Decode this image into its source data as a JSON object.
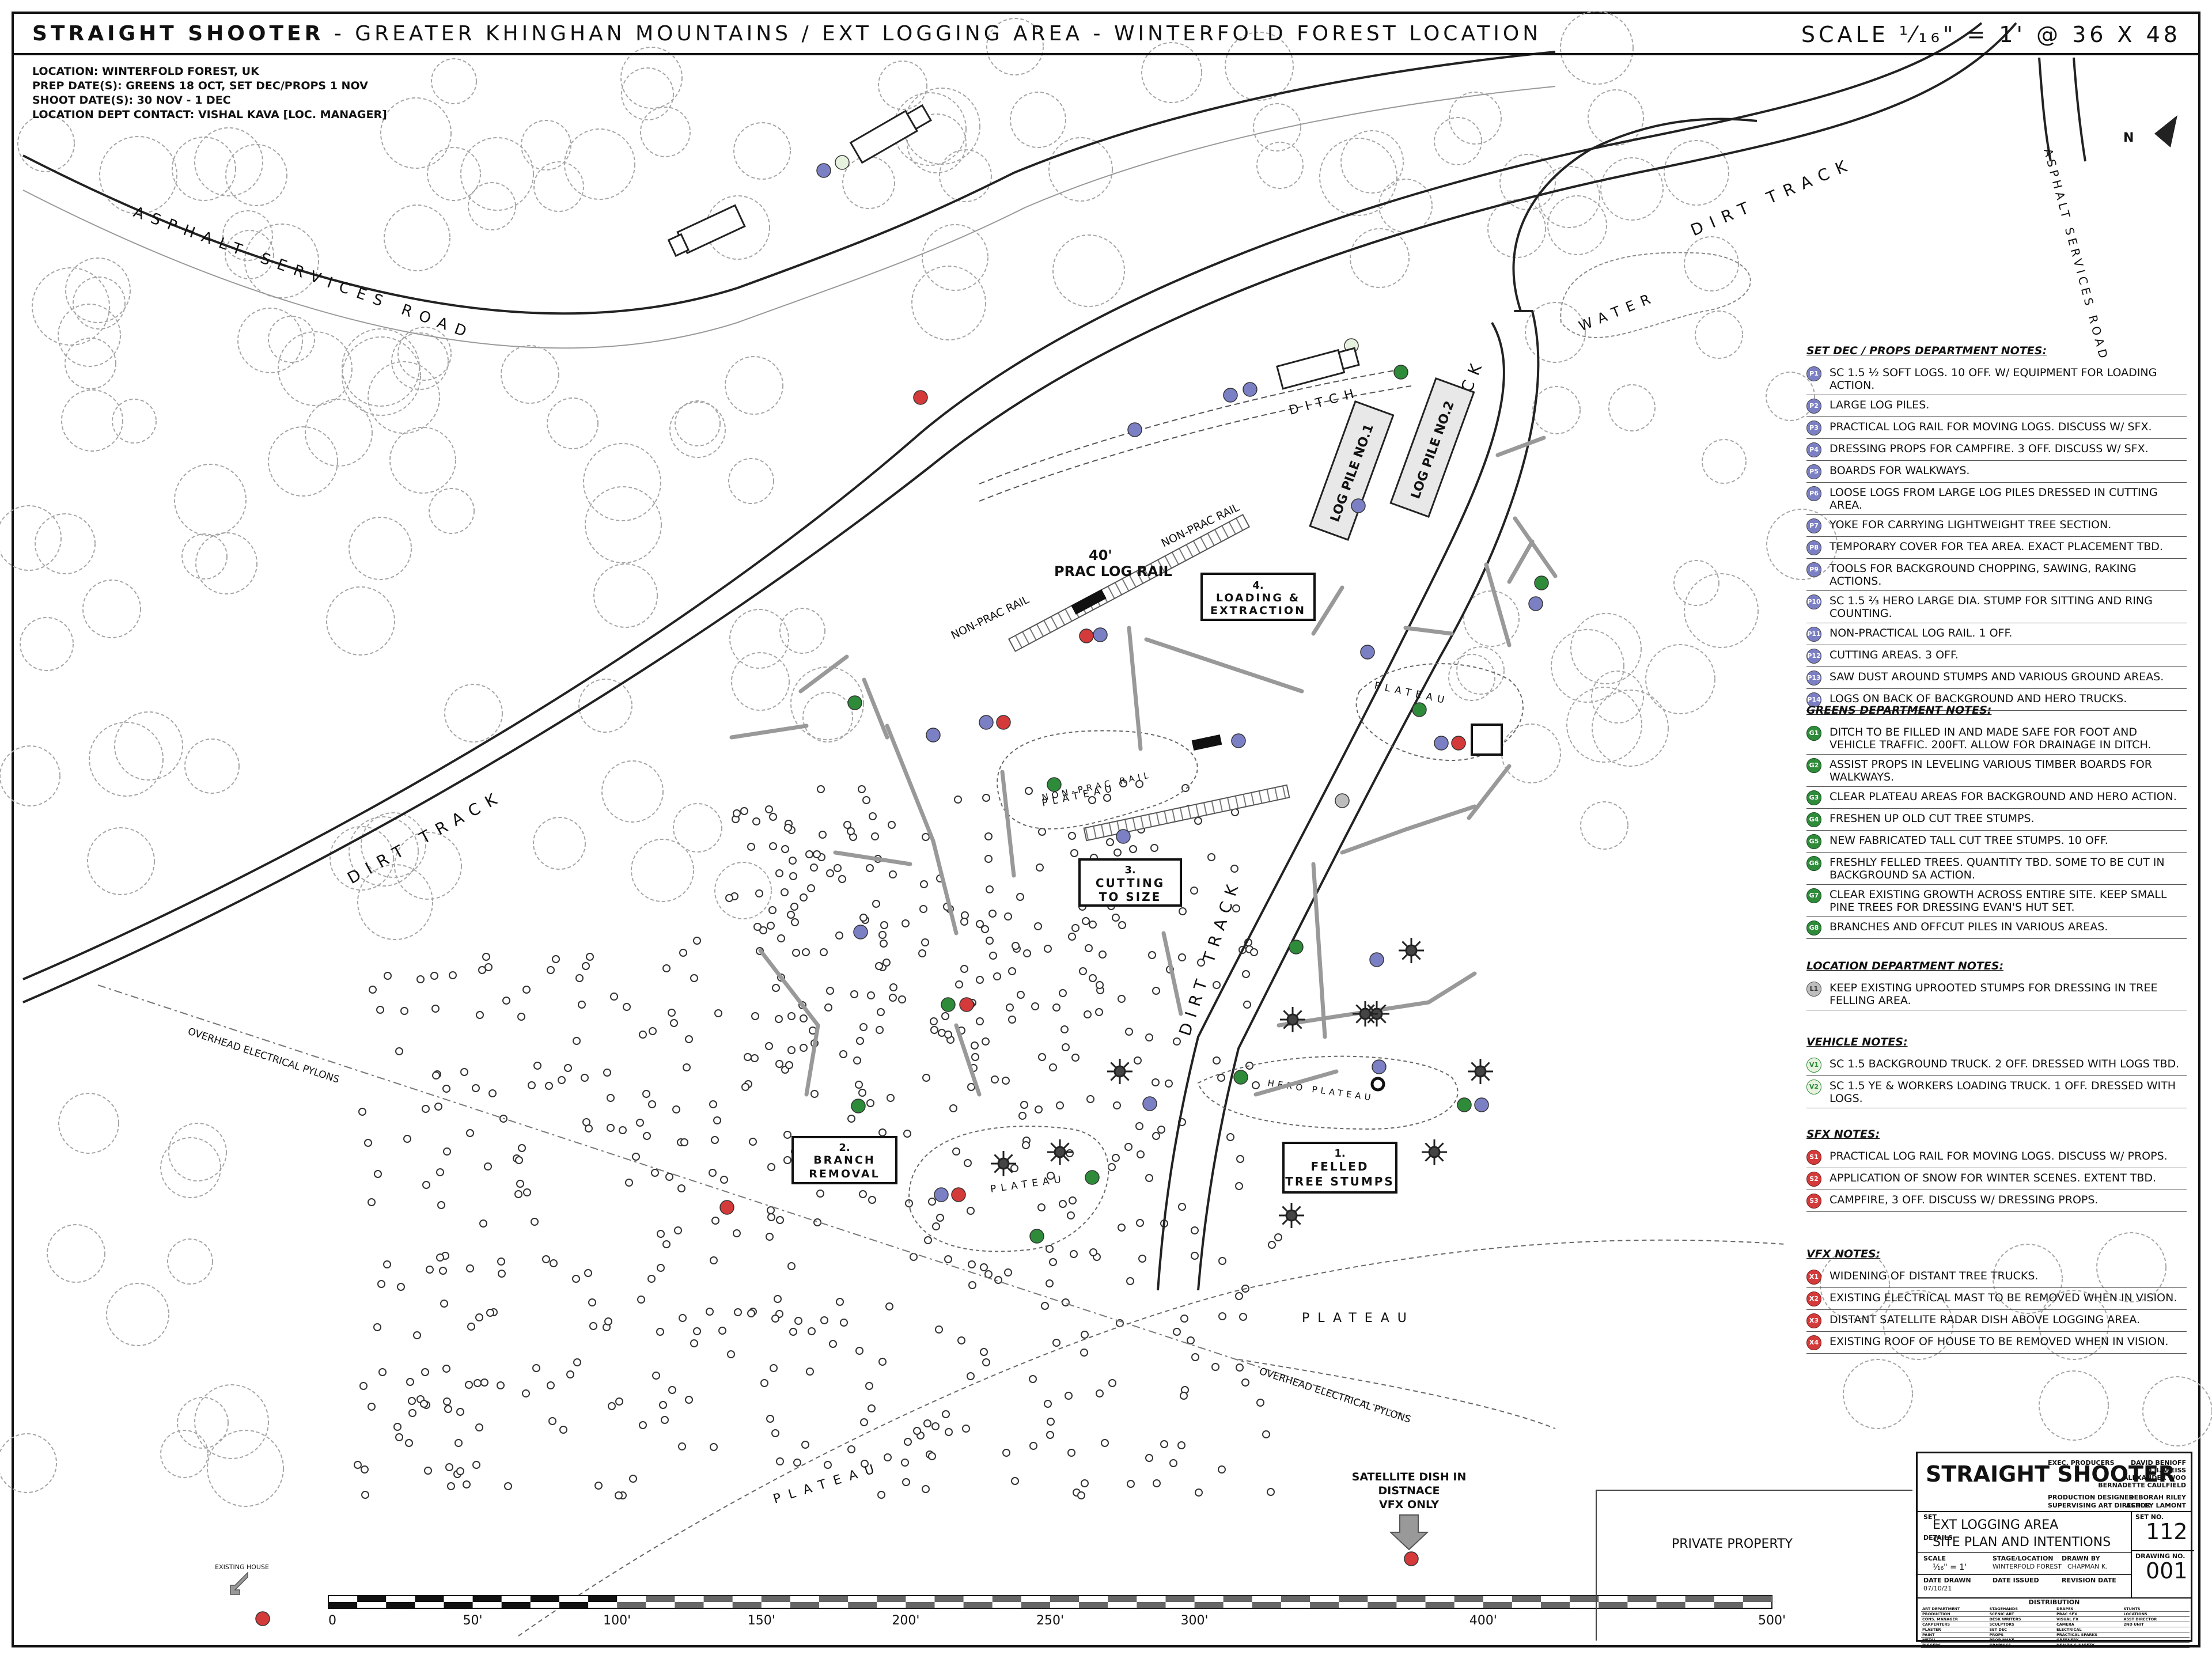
{
  "header": {
    "project": "STRAIGHT SHOOTER",
    "subtitle": " - GREATER KHINGHAN MOUNTAINS / EXT LOGGING AREA - WINTERFOLD FOREST LOCATION",
    "scale": "SCALE ¹⁄₁₆\" = 1' @ 36 X 48"
  },
  "location_info": [
    "LOCATION: WINTERFOLD FOREST, UK",
    "PREP DATE(S): GREENS 18 OCT, SET DEC/PROPS 1 NOV",
    "SHOOT DATE(S): 30 NOV - 1 DEC",
    "LOCATION DEPT CONTACT: VISHAL KAVA [LOC. MANAGER]"
  ],
  "map_labels": {
    "north": "N",
    "asphalt_road": "ASPHALT  SERVICES  ROAD",
    "asphalt_road_right": "ASPHALT SERVICES ROAD",
    "dirt_track_left": "DIRT  TRACK",
    "dirt_track_top": "DIRT  TRACK",
    "dirt_track_center": "DIRT  TRACK",
    "dirt_track_lower": "DIRT  TRACK",
    "water": "WATER",
    "ditch": "DITCH",
    "log_pile_1": "LOG PILE NO.1",
    "log_pile_2": "LOG PILE NO.2",
    "prac_log_rail_len": "40'",
    "prac_log_rail": "PRAC LOG RAIL",
    "non_prac_rail_a": "NON-PRAC RAIL",
    "non_prac_rail_b": "NON-PRAC RAIL",
    "non_prac_rail_c": "NON-PRAC RAIL",
    "plateau": "PLATEAU",
    "hero_plateau": "HERO PLATEAU",
    "overhead_pylons": "OVERHEAD ELECTRICAL PYLONS",
    "satellite_dish": [
      "SATELLITE DISH IN",
      "DISTNACE",
      "VFX ONLY"
    ],
    "existing_house": "EXISTING HOUSE",
    "private_property": "PRIVATE PROPERTY"
  },
  "areas": [
    {
      "num": "1.",
      "name1": "FELLED",
      "name2": "TREE STUMPS"
    },
    {
      "num": "2.",
      "name1": "BRANCH",
      "name2": "REMOVAL"
    },
    {
      "num": "3.",
      "name1": "CUTTING",
      "name2": "TO SIZE"
    },
    {
      "num": "4.",
      "name1": "LOADING &",
      "name2": "EXTRACTION"
    }
  ],
  "notes": {
    "set_dec": {
      "title": "SET DEC / PROPS DEPARTMENT NOTES:",
      "items": [
        {
          "code": "P1",
          "text": "SC 1.5 ½ SOFT LOGS. 10 OFF. W/ EQUIPMENT FOR LOADING ACTION."
        },
        {
          "code": "P2",
          "text": "LARGE LOG PILES."
        },
        {
          "code": "P3",
          "text": "PRACTICAL LOG RAIL FOR MOVING LOGS. DISCUSS W/ SFX."
        },
        {
          "code": "P4",
          "text": "DRESSING PROPS FOR CAMPFIRE. 3 OFF. DISCUSS W/ SFX."
        },
        {
          "code": "P5",
          "text": "BOARDS FOR WALKWAYS."
        },
        {
          "code": "P6",
          "text": "LOOSE LOGS FROM LARGE LOG PILES DRESSED IN CUTTING AREA."
        },
        {
          "code": "P7",
          "text": "YOKE FOR CARRYING LIGHTWEIGHT TREE SECTION."
        },
        {
          "code": "P8",
          "text": "TEMPORARY COVER FOR TEA AREA. EXACT PLACEMENT TBD."
        },
        {
          "code": "P9",
          "text": "TOOLS FOR BACKGROUND CHOPPING, SAWING, RAKING ACTIONS."
        },
        {
          "code": "P10",
          "text": "SC 1.5 ⅔ HERO LARGE DIA. STUMP FOR SITTING AND RING COUNTING."
        },
        {
          "code": "P11",
          "text": "NON-PRACTICAL LOG RAIL. 1 OFF."
        },
        {
          "code": "P12",
          "text": "CUTTING AREAS. 3 OFF."
        },
        {
          "code": "P13",
          "text": "SAW DUST AROUND STUMPS AND VARIOUS GROUND AREAS."
        },
        {
          "code": "P14",
          "text": "LOGS ON BACK OF BACKGROUND AND HERO TRUCKS."
        }
      ]
    },
    "greens": {
      "title": "GREENS DEPARTMENT NOTES:",
      "items": [
        {
          "code": "G1",
          "text": "DITCH TO BE FILLED IN AND MADE SAFE FOR FOOT AND VEHICLE TRAFFIC. 200FT. ALLOW FOR DRAINAGE IN DITCH."
        },
        {
          "code": "G2",
          "text": "ASSIST PROPS IN LEVELING VARIOUS TIMBER BOARDS FOR WALKWAYS."
        },
        {
          "code": "G3",
          "text": "CLEAR PLATEAU AREAS FOR BACKGROUND AND HERO ACTION."
        },
        {
          "code": "G4",
          "text": "FRESHEN UP OLD CUT TREE STUMPS."
        },
        {
          "code": "G5",
          "text": "NEW FABRICATED TALL CUT TREE STUMPS. 10 OFF."
        },
        {
          "code": "G6",
          "text": "FRESHLY FELLED TREES. QUANTITY TBD. SOME TO BE CUT IN BACKGROUND SA ACTION."
        },
        {
          "code": "G7",
          "text": "CLEAR EXISTING GROWTH ACROSS ENTIRE SITE. KEEP SMALL PINE TREES FOR DRESSING EVAN'S HUT SET."
        },
        {
          "code": "G8",
          "text": "BRANCHES AND OFFCUT PILES IN VARIOUS AREAS."
        }
      ]
    },
    "location": {
      "title": "LOCATION DEPARTMENT NOTES:",
      "items": [
        {
          "code": "L1",
          "text": "KEEP EXISTING UPROOTED STUMPS FOR DRESSING IN TREE FELLING AREA."
        }
      ]
    },
    "vehicle": {
      "title": "VEHICLE NOTES:",
      "items": [
        {
          "code": "V1",
          "text": "SC 1.5 BACKGROUND TRUCK. 2 OFF. DRESSED WITH LOGS TBD."
        },
        {
          "code": "V2",
          "text": "SC 1.5 YE & WORKERS LOADING TRUCK. 1 OFF. DRESSED WITH LOGS."
        }
      ]
    },
    "sfx": {
      "title": "SFX NOTES:",
      "items": [
        {
          "code": "S1",
          "text": "PRACTICAL LOG RAIL FOR MOVING LOGS. DISCUSS W/ PROPS."
        },
        {
          "code": "S2",
          "text": "APPLICATION OF SNOW FOR WINTER SCENES. EXTENT TBD."
        },
        {
          "code": "S3",
          "text": "CAMPFIRE, 3 OFF. DISCUSS W/ DRESSING PROPS."
        }
      ]
    },
    "vfx": {
      "title": "VFX NOTES:",
      "items": [
        {
          "code": "X1",
          "text": "WIDENING OF DISTANT TREE TRUCKS."
        },
        {
          "code": "X2",
          "text": "EXISTING ELECTRICAL MAST TO BE REMOVED WHEN IN VISION."
        },
        {
          "code": "X3",
          "text": "DISTANT SATELLITE RADAR DISH ABOVE LOGGING AREA."
        },
        {
          "code": "X4",
          "text": "EXISTING ROOF OF HOUSE TO BE REMOVED WHEN IN VISION."
        }
      ]
    }
  },
  "scale_bar": {
    "ticks": [
      "0",
      "50'",
      "100'",
      "150'",
      "200'",
      "250'",
      "300'",
      "400'",
      "500'"
    ],
    "tick_values": [
      0,
      50,
      100,
      150,
      200,
      250,
      300,
      400,
      500
    ]
  },
  "title_block": {
    "name": "STRAIGHT SHOOTER",
    "exec_label": "EXEC. PRODUCERS",
    "exec_names": [
      "DAVID BENIOFF",
      "D.B. WEISS",
      "ALEXANDER WOO",
      "BERNADETTE CAULFIELD"
    ],
    "pd_label": "PRODUCTION DESIGNER",
    "pd_name": "DEBORAH RILEY",
    "sad_label": "SUPERVISING ART DIRECTOR",
    "sad_name": "ASHLEY LAMONT",
    "set_label": "SET",
    "set_value": "EXT LOGGING AREA",
    "details_label": "DETAILS",
    "details_value": "SITE PLAN AND INTENTIONS",
    "setno_label": "SET NO.",
    "setno_value": "112",
    "scale_label": "SCALE",
    "scale_value": "¹⁄₁₆\" = 1'",
    "stage_label": "STAGE/LOCATION",
    "stage_value": "WINTERFOLD FOREST",
    "drawn_label": "DRAWN BY",
    "drawn_value": "CHAPMAN K.",
    "drawingno_label": "DRAWING NO.",
    "drawingno_value": "001",
    "date_drawn_label": "DATE DRAWN",
    "date_drawn_value": "07/10/21",
    "date_issued_label": "DATE ISSUED",
    "revision_label": "REVISION DATE",
    "distribution_label": "DISTRIBUTION",
    "distribution": [
      [
        "ART DEPARTMENT",
        "STAGEHANDS",
        "DRAPES",
        "STUNTS"
      ],
      [
        "PRODUCTION",
        "SCENIC ART",
        "PRAC SFX",
        "LOCATIONS"
      ],
      [
        "CONS. MANAGER",
        "DESK WRITERS",
        "VISUAL FX",
        "ASST DIRECTOR"
      ],
      [
        "CARPENTERS",
        "SCULPTORS",
        "CAMERA",
        "2ND UNIT"
      ],
      [
        "PLASTER",
        "SET DEC",
        "ELECTRICAL",
        ""
      ],
      [
        "PAINT",
        "PROPS",
        "PRACTICAL SPARKS",
        ""
      ],
      [
        "METAL",
        "PROP MAKE",
        "GREENERY",
        ""
      ],
      [
        "RIGGERS",
        "GRAPHICS",
        "HEALTH & SAFETY",
        ""
      ]
    ]
  },
  "colors": {
    "props": "#7b7fc4",
    "greens": "#2e8b3a",
    "location": "#bdbdbd",
    "vehicle": "#e6f2de",
    "red": "#d43a3a",
    "line": "#111111",
    "tree": "#9a9a9a"
  }
}
